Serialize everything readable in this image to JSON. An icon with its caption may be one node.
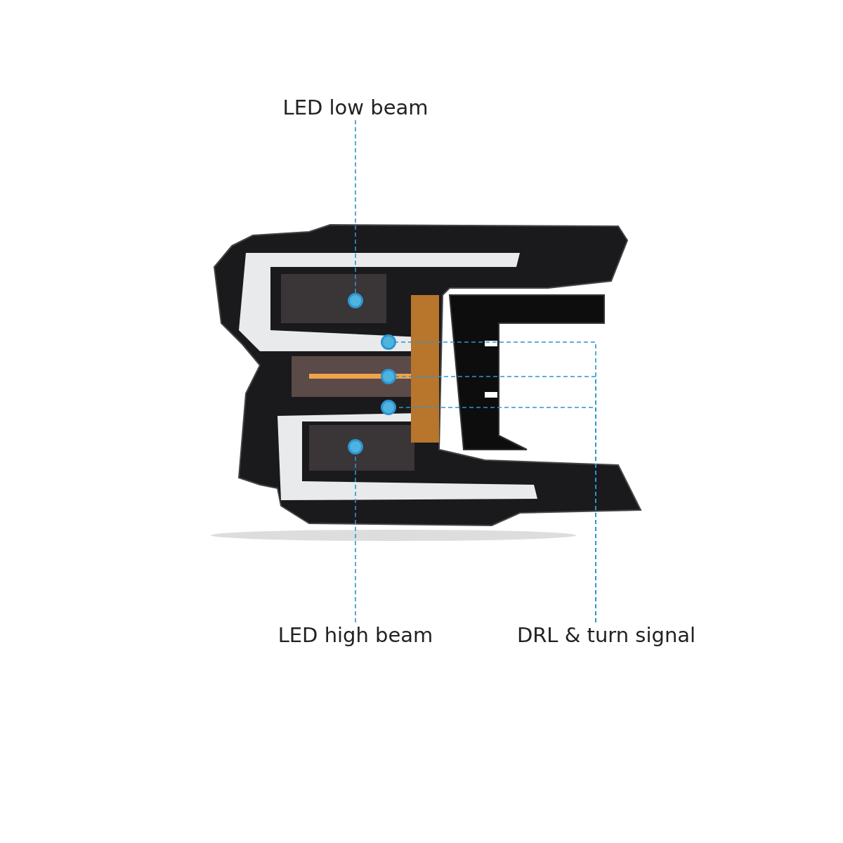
{
  "diagram": {
    "nodes": [
      {
        "text": [
          "LED low beam"
        ]
      },
      {
        "text": [
          "LED high beam"
        ]
      },
      {
        "text": [
          "DRL & turn signal"
        ]
      },
      {
        "text": [],
        "shape": "circle"
      },
      {
        "text": [],
        "shape": "circle"
      },
      {
        "text": [],
        "shape": "circle"
      },
      {
        "text": [],
        "shape": "circle"
      },
      {
        "text": [],
        "shape": "circle"
      }
    ],
    "edges": [
      {
        "from": 0,
        "to": 3,
        "arrow": "none",
        "style": "dashed"
      },
      {
        "from": 1,
        "to": 7,
        "arrow": "none",
        "style": "dashed"
      },
      {
        "from": 2,
        "to": 4,
        "arrow": "none",
        "style": "dashed"
      },
      {
        "from": 2,
        "to": 5,
        "arrow": "none",
        "style": "dashed"
      },
      {
        "from": 2,
        "to": 6,
        "arrow": "none",
        "style": "dashed"
      }
    ]
  }
}
